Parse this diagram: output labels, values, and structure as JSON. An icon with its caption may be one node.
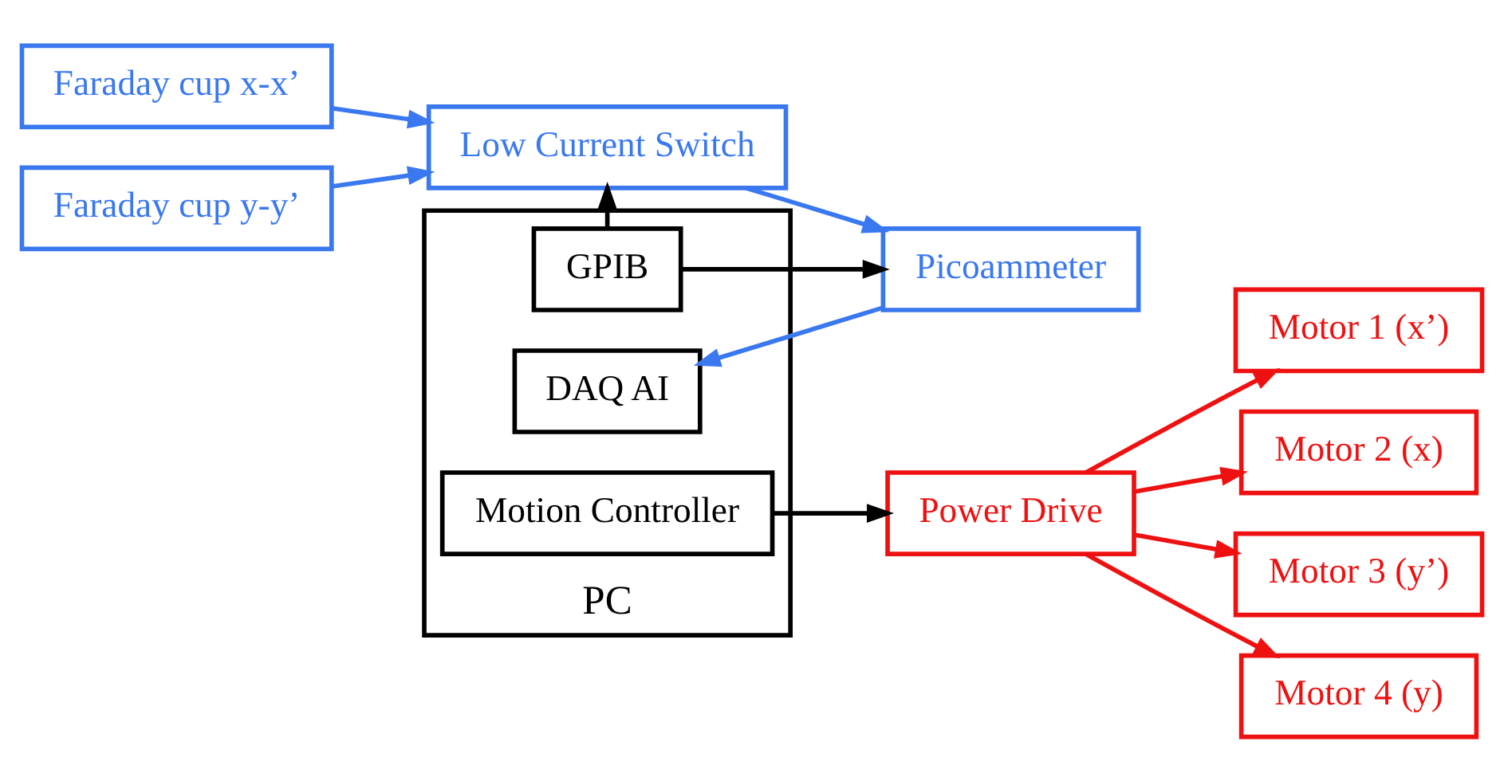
{
  "diagram": {
    "nodes": [
      {
        "text": [
          "PC"
        ]
      },
      {
        "text": [
          "GPIB"
        ],
        "in": 0
      },
      {
        "text": [
          "DAQ AI"
        ],
        "in": 0
      },
      {
        "text": [
          "Motion Controller"
        ],
        "in": 0
      },
      {
        "text": [
          "Picoammeter"
        ]
      },
      {
        "text": [
          "Low Current Switch"
        ]
      },
      {
        "text": [
          "Power Drive"
        ]
      },
      {
        "text": [
          "Motor 1 (x’)"
        ]
      },
      {
        "text": [
          "Faraday cup x-x’"
        ]
      },
      {
        "text": [
          "Motor 2 (x)"
        ]
      },
      {
        "text": [
          "Motor 3 (y’)"
        ]
      },
      {
        "text": [
          "Faraday cup y-y’"
        ]
      },
      {
        "text": [
          "Motor 4 (y)"
        ]
      }
    ],
    "edges": [
      {
        "from": 1,
        "to": 5,
        "arrow": "to",
        "color": "#000000"
      },
      {
        "from": 1,
        "to": 4,
        "arrow": "to",
        "color": "#000000"
      },
      {
        "from": 4,
        "to": 2,
        "arrow": "to",
        "color": "#3a78f0"
      },
      {
        "from": 5,
        "to": 4,
        "arrow": "to",
        "color": "#3a78f0"
      },
      {
        "from": 8,
        "to": 5,
        "arrow": "to",
        "color": "#3a78f0"
      },
      {
        "from": 11,
        "to": 5,
        "arrow": "to",
        "color": "#3a78f0"
      },
      {
        "from": 3,
        "to": 6,
        "arrow": "to",
        "color": "#000000"
      },
      {
        "from": 6,
        "to": 7,
        "arrow": "to",
        "color": "#ee1111"
      },
      {
        "from": 6,
        "to": 9,
        "arrow": "to",
        "color": "#ee1111"
      },
      {
        "from": 6,
        "to": 10,
        "arrow": "to",
        "color": "#ee1111"
      },
      {
        "from": 6,
        "to": 12,
        "arrow": "to",
        "color": "#ee1111"
      }
    ]
  }
}
